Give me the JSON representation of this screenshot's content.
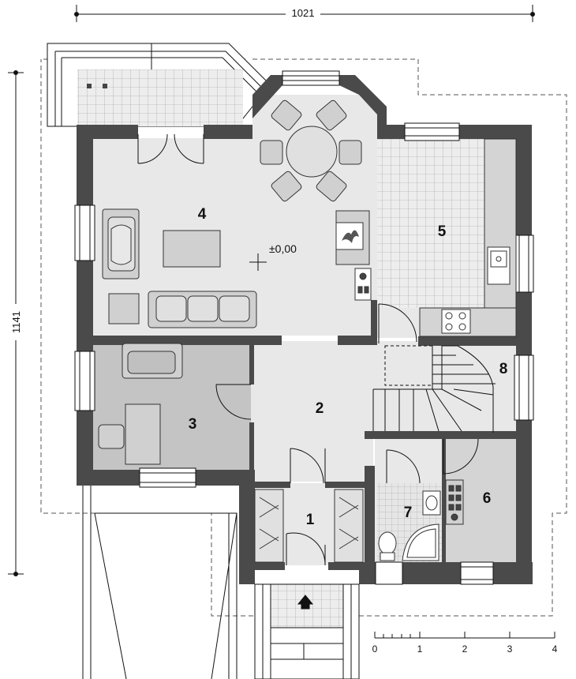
{
  "dimensions": {
    "width": "1021",
    "height": "1141"
  },
  "level": "±0,00",
  "rooms": [
    {
      "id": "1",
      "label": "1"
    },
    {
      "id": "2",
      "label": "2"
    },
    {
      "id": "3",
      "label": "3"
    },
    {
      "id": "4",
      "label": "4"
    },
    {
      "id": "5",
      "label": "5"
    },
    {
      "id": "6",
      "label": "6"
    },
    {
      "id": "7",
      "label": "7"
    },
    {
      "id": "8",
      "label": "8"
    }
  ],
  "scale_bar": {
    "labels": [
      "0",
      "1",
      "2",
      "3",
      "4"
    ]
  },
  "colors": {
    "wall": "#4a4a4a",
    "floor_light": "#e8e8e8",
    "floor_office": "#c4c4c4",
    "furniture": "#d0d0d0",
    "tile_line": "#9a9a9a"
  }
}
